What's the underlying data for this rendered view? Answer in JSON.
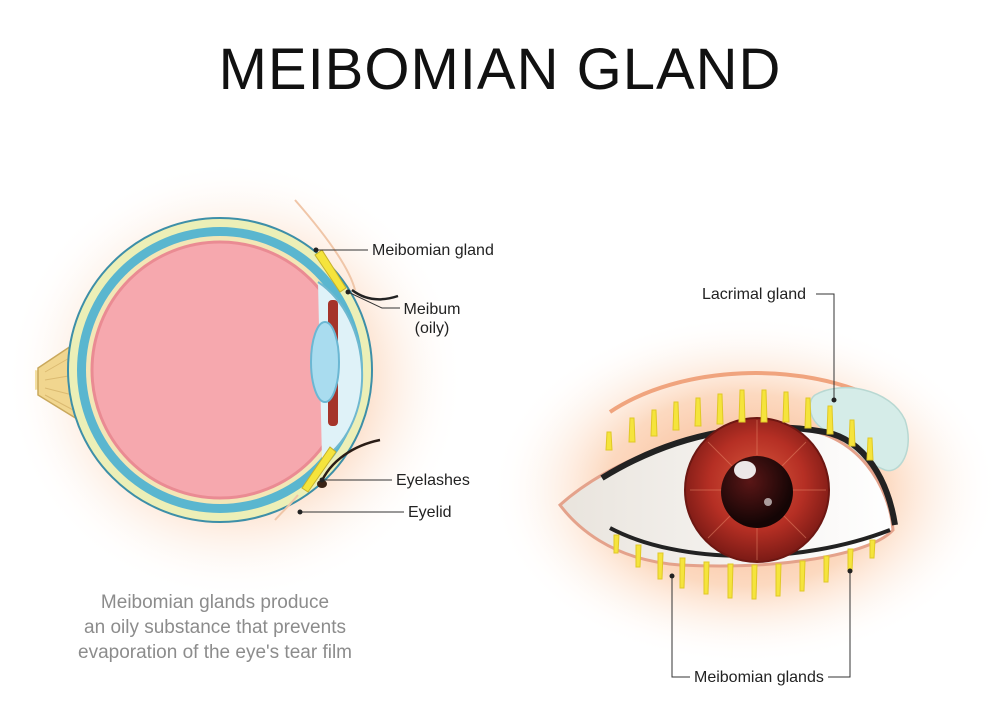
{
  "title": "MEIBOMIAN GLAND",
  "labels": {
    "meibomian_gland": "Meibomian gland",
    "meibum_line1": "Meibum",
    "meibum_line2": "(oily)",
    "eyelashes": "Eyelashes",
    "eyelid": "Eyelid",
    "lacrimal_gland": "Lacrimal gland",
    "meibomian_glands": "Meibomian glands"
  },
  "caption": {
    "line1": "Meibomian glands produce",
    "line2": "an oily substance that prevents",
    "line3": "evaporation of the eye's tear film"
  },
  "colors": {
    "glow": "#f9c9a3",
    "eyeball_inner": "#f6a8ae",
    "sclera_blue": "#5ab6cf",
    "sclera_yellow": "#ecefb7",
    "lens": "#a9dcef",
    "iris_red": "#a92a22",
    "gland_yellow": "#f5e43c",
    "lacrimal": "#d5ece8"
  }
}
